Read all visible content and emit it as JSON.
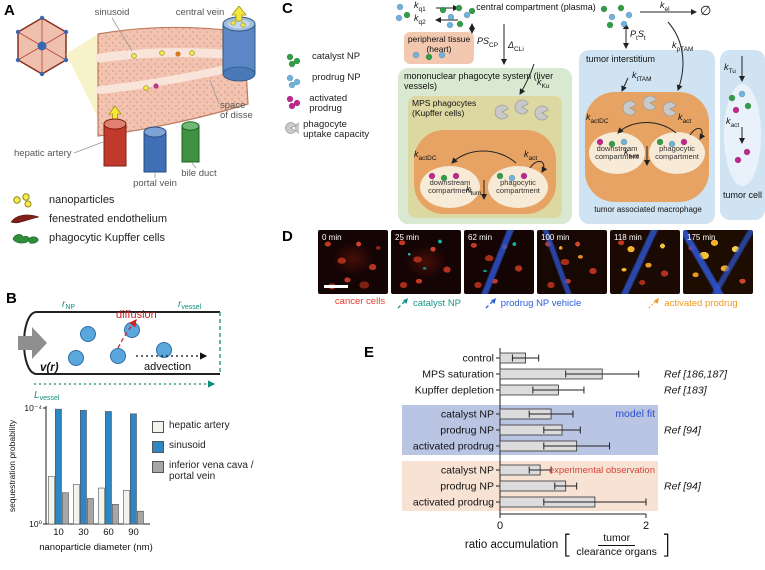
{
  "panelA": {
    "letter": "A",
    "labels": {
      "sinusoid": "sinusoid",
      "central_vein": "central vein",
      "hepatic_artery": "hepatic artery",
      "portal_vein": "portal vein",
      "bile_duct": "bile duct",
      "space_of_disse_l1": "space",
      "space_of_disse_l2": "of disse"
    },
    "legend": [
      {
        "label": "nanoparticles",
        "icon": "nanoparticles"
      },
      {
        "label": "fenestrated endothelium",
        "icon": "endothelium"
      },
      {
        "label": "phagocytic Kupffer cells",
        "icon": "kupffer"
      }
    ]
  },
  "panelB": {
    "letter": "B",
    "schematic": {
      "v_label": "v(r)",
      "r_np": {
        "b": "r",
        "s": "NP"
      },
      "r_vessel": {
        "b": "r",
        "s": "vessel"
      },
      "l_vessel": {
        "b": "L",
        "s": "vessel"
      },
      "diffusion_label": "diffusion",
      "advection_label": "advection"
    }
  },
  "panelC": {
    "letter": "C",
    "legend": [
      {
        "label": "catalyst NP",
        "color": "#2f9e44",
        "icon": "dots"
      },
      {
        "label": "prodrug NP",
        "color": "#6fb3dc",
        "icon": "dots"
      },
      {
        "label": "activated prodrug",
        "color": "#c0278e",
        "icon": "dots"
      },
      {
        "label": "phagocyte uptake capacity",
        "color": "#c9c9c9",
        "icon": "pacman"
      }
    ],
    "compartments": {
      "central": "central compartment (plasma)",
      "peripheral": "peripheral tissue (heart)",
      "mps_system": "mononuclear phagocyte system (liver vessels)",
      "mps_phagocytes": "MPS phagocytes (Kupffer cells)",
      "downstream_mps": "downstream compartment",
      "phagocytic_mps": "phagocytic compartment",
      "tumor_interstitium": "tumor interstitium",
      "tam": "tumor associated macrophage",
      "downstream_tam": "downstream compartment",
      "phagocytic_tam": "phagocytic compartment",
      "tumor_cell": "tumor cell",
      "elimination_sink": "∅"
    },
    "rates": {
      "kq1": {
        "b": "k",
        "s": "q1"
      },
      "kq2": {
        "b": "k",
        "s": "q2"
      },
      "kel": {
        "b": "k",
        "s": "el"
      },
      "pscp": {
        "b": "PS",
        "s": "CP"
      },
      "dcli": {
        "b": "Δ",
        "s": "CLi"
      },
      "ptst": {
        "b1": "P",
        "s1": "t",
        "b2": "S",
        "s2": "t"
      },
      "kptam": {
        "b": "k",
        "s": "pTAM"
      },
      "kku": {
        "b": "k",
        "s": "Ku"
      },
      "kttam": {
        "b": "k",
        "s": "tTAM"
      },
      "ktu": {
        "b": "k",
        "s": "Tu"
      },
      "kactdc_mps": {
        "b": "k",
        "s": "actDC"
      },
      "kact_mps": {
        "b": "k",
        "s": "act"
      },
      "ktum_mps": {
        "b": "k",
        "s": "tum"
      },
      "kactdc_tam": {
        "b": "k",
        "s": "actDC"
      },
      "kact_tam": {
        "b": "k",
        "s": "act"
      },
      "ktum_tam": {
        "b": "k",
        "s": "tum"
      },
      "kact_tc": {
        "b": "k",
        "s": "act"
      }
    }
  },
  "panelD": {
    "letter": "D",
    "timepoints": [
      "0 min",
      "25 min",
      "62 min",
      "100 min",
      "118 min",
      "175 min"
    ],
    "captions": [
      {
        "label": "cancer cells",
        "color": "#e8392f",
        "arrow": false,
        "arrow_style": "none"
      },
      {
        "label": "catalyst NP",
        "color": "#12958a",
        "arrow": true,
        "arrow_style": "dashed"
      },
      {
        "label": "prodrug NP vehicle",
        "color": "#2c5cd8",
        "arrow": true,
        "arrow_style": "dashed"
      },
      {
        "label": "activated prodrug",
        "color": "#f09a1e",
        "arrow": true,
        "arrow_style": "dotted"
      }
    ]
  },
  "panelE": {
    "letter": "E"
  },
  "chart_data": [
    {
      "id": "sequestration-probability-chart",
      "panel": "B",
      "type": "bar",
      "title": "",
      "categories": [
        "10",
        "30",
        "60",
        "90"
      ],
      "series": [
        {
          "name": "hepatic artery",
          "color": "#f4f4ef",
          "height_frac": [
            0.41,
            0.34,
            0.31,
            0.29
          ]
        },
        {
          "name": "sinusoid",
          "color": "#2e86c5",
          "height_frac": [
            0.99,
            0.98,
            0.97,
            0.95
          ]
        },
        {
          "name": "inferior vena cava / portal vein",
          "color": "#a6a6a6",
          "height_frac": [
            0.27,
            0.22,
            0.17,
            0.11
          ]
        }
      ],
      "xlabel": "nanoparticle diameter (nm)",
      "ylabel": "sequestration probability",
      "ytick_top": "10⁻⁴",
      "ytick_bottom": "10⁰",
      "yscale": "log, 10⁰ at bottom to 10⁻⁴ at top",
      "legend_position": "right"
    },
    {
      "id": "tumor-accumulation-chart",
      "panel": "E",
      "type": "bar-horizontal",
      "rows": [
        {
          "label": "control",
          "value": 0.35,
          "error": 0.18,
          "group": 0,
          "ref": ""
        },
        {
          "label": "MPS saturation",
          "value": 1.4,
          "error": 0.5,
          "group": 0,
          "ref": "Ref [186,187]"
        },
        {
          "label": "Kupffer depletion",
          "value": 0.8,
          "error": 0.35,
          "group": 0,
          "ref": "Ref [183]"
        },
        {
          "label": "catalyst NP",
          "value": 0.7,
          "error": 0.3,
          "group": 1,
          "ref": ""
        },
        {
          "label": "prodrug NP",
          "value": 0.85,
          "error": 0.25,
          "group": 1,
          "ref": "Ref [94]"
        },
        {
          "label": "activated prodrug",
          "value": 1.05,
          "error": 0.45,
          "group": 1,
          "ref": ""
        },
        {
          "label": "catalyst NP",
          "value": 0.55,
          "error": 0.15,
          "group": 2,
          "ref": ""
        },
        {
          "label": "prodrug NP",
          "value": 0.9,
          "error": 0.15,
          "group": 2,
          "ref": "Ref [94]"
        },
        {
          "label": "activated prodrug",
          "value": 1.3,
          "error": 0.7,
          "group": 2,
          "ref": ""
        }
      ],
      "groups": [
        {
          "name": "",
          "bg": "none",
          "annotation_color": "#111111"
        },
        {
          "name": "model fit",
          "bg": "#b9c5e2",
          "annotation_color": "#2b4bd0"
        },
        {
          "name": "experimental observation",
          "bg": "#f7e2d4",
          "annotation_color": "#d6453b"
        }
      ],
      "bar_color": "#dcdcdc",
      "xlim": [
        0,
        2
      ],
      "xticks": [
        "0",
        "2"
      ],
      "xlabel_prefix": "ratio accumulation",
      "xlabel_numerator": "tumor",
      "xlabel_denominator": "clearance organs",
      "xlabel_brackets": [
        "[",
        "]"
      ]
    }
  ]
}
